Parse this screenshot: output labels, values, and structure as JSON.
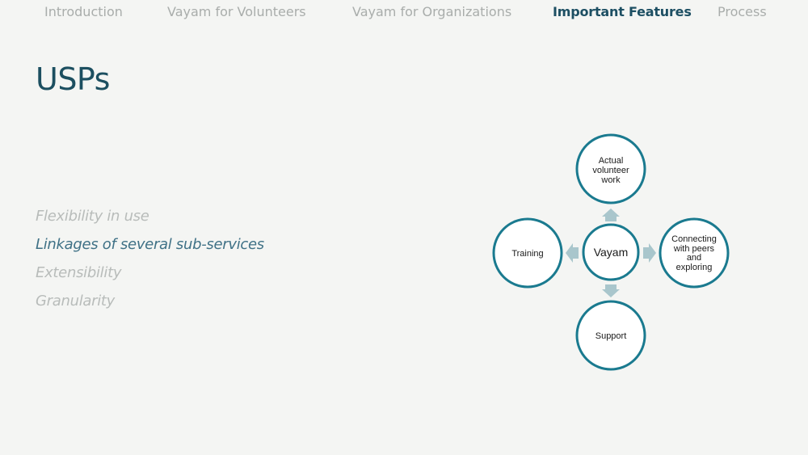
{
  "nav": {
    "items": [
      {
        "label": "Introduction"
      },
      {
        "label": "Vayam for Volunteers"
      },
      {
        "label": "Vayam for Organizations"
      },
      {
        "label": "Important Features"
      },
      {
        "label": "Process"
      }
    ],
    "active_item": "Important Features"
  },
  "page": {
    "title": "USPs"
  },
  "usps": {
    "items": [
      {
        "label": "Flexibility in use"
      },
      {
        "label": "Linkages of several sub-services"
      },
      {
        "label": "Extensibility"
      },
      {
        "label": "Granularity"
      }
    ],
    "active_item": "Linkages of several sub-services"
  },
  "diagram": {
    "center": {
      "label": "Vayam"
    },
    "top": {
      "lines": [
        "Actual",
        "volunteer",
        "work"
      ]
    },
    "right": {
      "lines": [
        "Connecting",
        "with peers",
        "and",
        "exploring"
      ]
    },
    "bottom": {
      "lines": [
        "Support"
      ]
    },
    "left": {
      "lines": [
        "Training"
      ]
    },
    "arrow_icons": [
      "arrow-up-icon",
      "arrow-right-icon",
      "arrow-down-icon",
      "arrow-left-icon"
    ]
  },
  "colors": {
    "background": "#f4f5f3",
    "heading": "#1c4f60",
    "nav_active": "#1d4f63",
    "nav_inactive": "#a9adab",
    "list_active": "#3f7186",
    "list_inactive": "#b8bcba",
    "circle_stroke": "#1a7a8f",
    "arrow_fill": "#a9c6cc"
  }
}
